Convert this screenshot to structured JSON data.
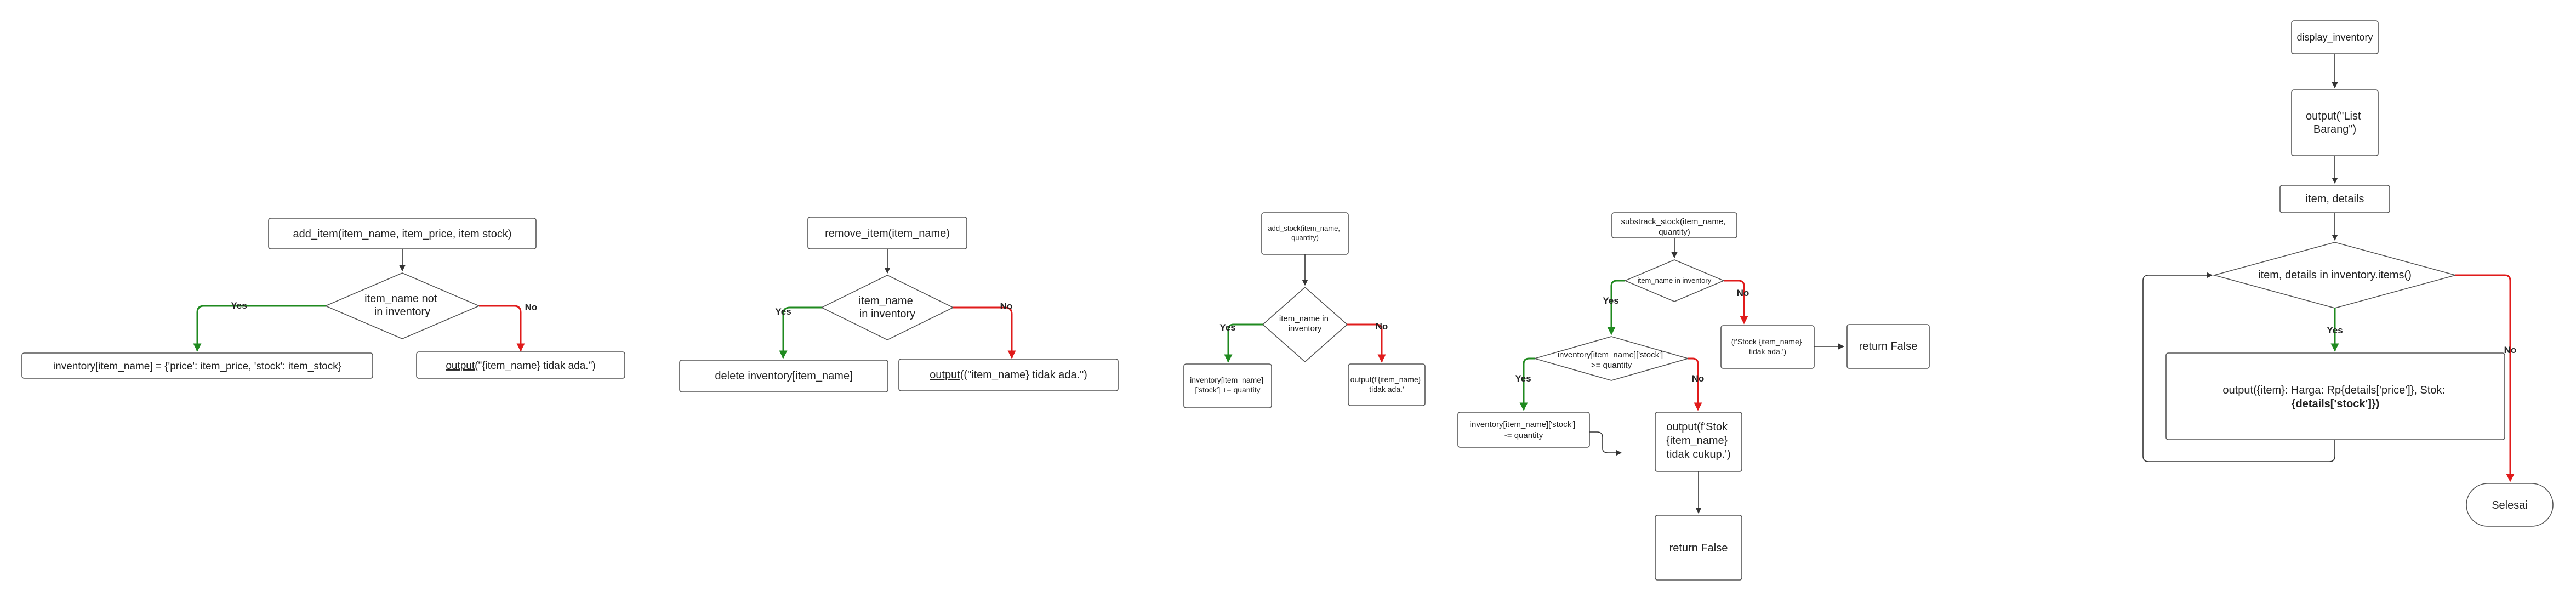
{
  "diagram": {
    "add_item": {
      "start": "add_item(item_name, item_price, item stock)",
      "cond": [
        "item_name not",
        "in inventory"
      ],
      "yes_action": "inventory[item_name] = {'price': item_price, 'stock': item_stock}",
      "no_prefix": "output",
      "no_rest": "(\"{item_name} tidak ada.\")",
      "yes": "Yes",
      "no": "No"
    },
    "remove_item": {
      "start": "remove_item(item_name)",
      "cond": [
        "item_name",
        "in inventory"
      ],
      "yes_action": "delete inventory[item_name]",
      "no_prefix": "output",
      "no_rest": "((\"item_name} tidak ada.\")",
      "yes": "Yes",
      "no": "No"
    },
    "add_stock": {
      "start": [
        "add_stock(item_name,",
        "quantity)"
      ],
      "cond": [
        "item_name in",
        "inventory"
      ],
      "yes_action": [
        "inventory[item_name]",
        "['stock'] += quantity"
      ],
      "no_action": [
        "output(f'{item_name}",
        "tidak ada.'"
      ],
      "yes": "Yes",
      "no": "No"
    },
    "substrack_stock": {
      "start": [
        "substrack_stock(item_name,",
        "quantity)"
      ],
      "cond1": "item_name in inventory",
      "no1_action": [
        "(f'Stock {item_name}",
        "tidak ada.')"
      ],
      "return_false_1": "return False",
      "cond2": [
        "inventory[item_name]['stock']",
        ">= quantity"
      ],
      "yes_action": [
        "inventory[item_name]['stock']",
        "-= quantity"
      ],
      "no2_action": [
        "output(f'Stok",
        "{item_name}",
        "tidak cukup.')"
      ],
      "return_false_2": "return False",
      "yes": "Yes",
      "no": "No"
    },
    "display_inventory": {
      "start": "display_inventory",
      "output_list": [
        "output(\"List",
        "Barang\")"
      ],
      "loop_vars": "item, details",
      "cond": "item, details in inventory.items()",
      "body": [
        "output({item}: Harga: Rp{details['price']}, Stok:",
        "{details['stock']})"
      ],
      "end": "Selesai",
      "yes": "Yes",
      "no": "No"
    }
  }
}
